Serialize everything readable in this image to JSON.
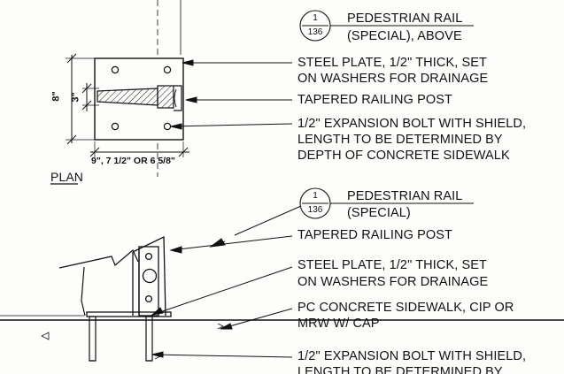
{
  "plan_view": {
    "callout_detail": {
      "number": "1",
      "sheet": "136"
    },
    "callout_lines": [
      "PEDESTRIAN RAIL",
      "(SPECIAL), ABOVE"
    ],
    "notes": {
      "steel_plate": [
        "STEEL PLATE, 1/2\" THICK, SET",
        "ON WASHERS FOR DRAINAGE"
      ],
      "railing_post": "TAPERED RAILING POST",
      "expansion_bolt": [
        "1/2\" EXPANSION BOLT WITH SHIELD,",
        "LENGTH TO BE DETERMINED BY",
        "DEPTH OF CONCRETE SIDEWALK"
      ]
    },
    "dimensions": {
      "height_outer": "8\"",
      "height_inner": "3\"",
      "width": "9\", 7 1/2\" OR 6 5/8\""
    },
    "view_title": "PLAN"
  },
  "elevation_view": {
    "callout_detail": {
      "number": "1",
      "sheet": "136"
    },
    "callout_lines": [
      "PEDESTRIAN RAIL",
      "(SPECIAL)"
    ],
    "notes": {
      "railing_post": "TAPERED RAILING POST",
      "steel_plate": [
        "STEEL PLATE, 1/2\" THICK, SET",
        "ON WASHERS FOR DRAINAGE"
      ],
      "sidewalk": [
        "PC CONCRETE SIDEWALK, CIP  OR",
        "MRW W/ CAP"
      ],
      "expansion_bolt": [
        "1/2\" EXPANSION BOLT WITH SHIELD,",
        "LENGTH TO BE DETERMINED BY"
      ]
    }
  }
}
